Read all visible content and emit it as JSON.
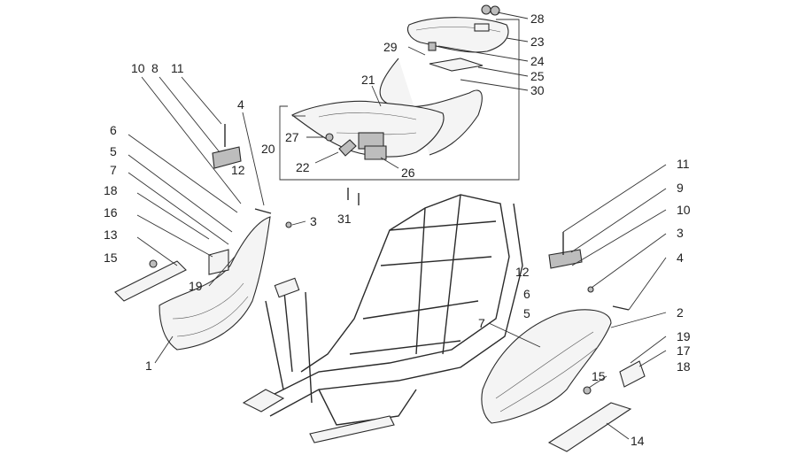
{
  "callouts": [
    "28",
    "23",
    "29",
    "24",
    "25",
    "30",
    "21",
    "27",
    "22",
    "26",
    "20",
    "31",
    "10",
    "8",
    "11",
    "4",
    "6",
    "12",
    "5",
    "7",
    "18",
    "3",
    "16",
    "13",
    "15",
    "19",
    "1",
    "11",
    "9",
    "10",
    "3",
    "12",
    "4",
    "6",
    "5",
    "2",
    "7",
    "19",
    "17",
    "18",
    "15",
    "14"
  ],
  "colors": {
    "line": "#2a2a2a",
    "fill": "#f4f4f4",
    "shade": "#bdbdbd"
  }
}
